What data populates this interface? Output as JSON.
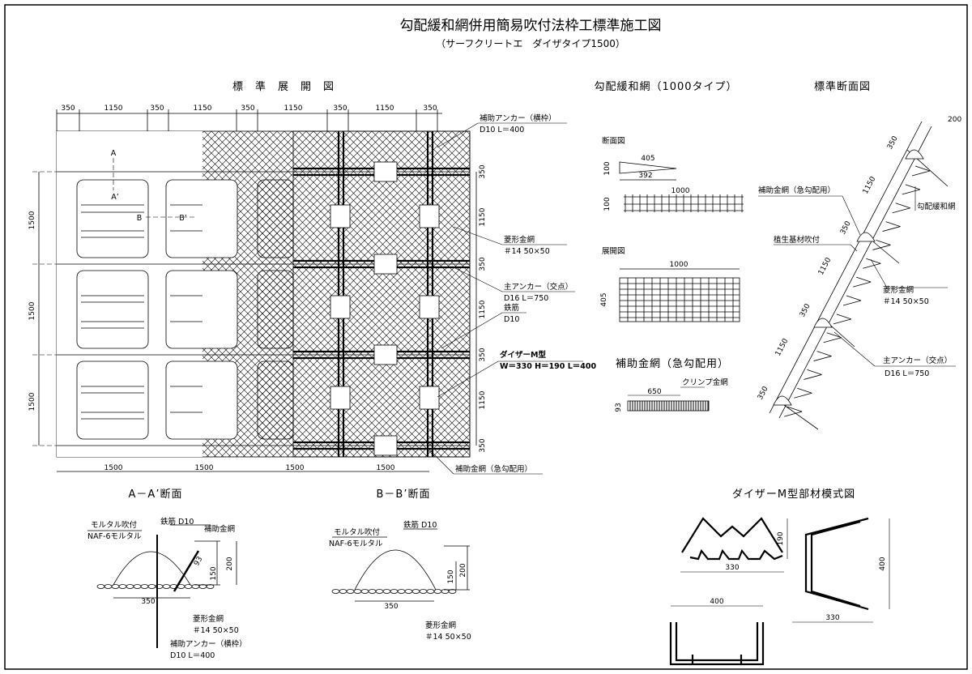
{
  "title": "勾配緩和網併用簡易吹付法枠工標準施工図",
  "subtitle": "（サーフクリートエ　ダイザタイプ1500）",
  "sections": {
    "development": "標　準　展　開　図",
    "mesh": "勾配緩和網（1000タイプ）",
    "standard_section": "標準断面図",
    "aa": "A－A’断面",
    "bb": "B－B’断面",
    "aux_mesh": "補助金網（急勾配用）",
    "daiza_m": "ダイザーM型部材模式図"
  },
  "development": {
    "top_dims": [
      "350",
      "1150",
      "350",
      "1150",
      "350",
      "1150",
      "350",
      "1150",
      "350"
    ],
    "bottom_dims": [
      "1500",
      "1500",
      "1500",
      "1500"
    ],
    "left_dims": [
      "1500",
      "1500",
      "1500"
    ],
    "right_dims": [
      "350",
      "1150",
      "350",
      "1150",
      "350",
      "1150",
      "350"
    ],
    "cut_labels": [
      "A",
      "A’",
      "B",
      "B’"
    ],
    "callouts": {
      "aux_anchor": [
        "補助アンカー（横枠）",
        "D10 L＝400"
      ],
      "diamond_mesh": [
        "菱形金網",
        "＃14 50×50"
      ],
      "main_anchor": [
        "主アンカー（交点）",
        "D16 L＝750"
      ],
      "rebar": [
        "鉄筋",
        "D10"
      ],
      "daiza": [
        "ダイザーM型",
        "W＝330 H＝190 L＝400"
      ],
      "aux_mesh": "補助金網（急勾配用）"
    }
  },
  "mesh": {
    "section_label": "断面図",
    "dev_label": "展開図",
    "dims_section": [
      "405",
      "100",
      "392"
    ],
    "dims_1000": "1000",
    "dims_100": "100",
    "dev_1000": "1000",
    "dev_405": "405"
  },
  "aux_mesh": {
    "crimp": "クリンプ金網",
    "len": "650",
    "h": "93"
  },
  "standard_section": {
    "dims": [
      "200",
      "350",
      "1150",
      "350",
      "1150",
      "350",
      "1150",
      "350"
    ],
    "labels": {
      "aux_mesh": "補助金網（急勾配用）",
      "slope_mesh": "勾配緩和網",
      "vegetation": "植生基材吹付",
      "diamond": [
        "菱形金網",
        "＃14 50×50"
      ],
      "main_anchor": [
        "主アンカー（交点）",
        "D16 L＝750"
      ]
    }
  },
  "aa_section": {
    "mortar": [
      "モルタル吹付",
      "NAF-6モルタル"
    ],
    "rebar": "鉄筋 D10",
    "aux_mesh": "補助金網",
    "dims": [
      "200",
      "150",
      "93",
      "350"
    ],
    "diamond": [
      "菱形金網",
      "＃14 50×50"
    ],
    "aux_anchor": [
      "補助アンカー（横枠）",
      "D10 L＝400"
    ]
  },
  "bb_section": {
    "mortar": [
      "モルタル吹付",
      "NAF-6モルタル"
    ],
    "rebar": "鉄筋 D10",
    "dims": [
      "200",
      "150",
      "350"
    ],
    "diamond": [
      "菱形金網",
      "＃14 50×50"
    ]
  },
  "daiza_m": {
    "w": "330",
    "h": "190",
    "l": "400",
    "w2": "330",
    "l2": "400"
  }
}
